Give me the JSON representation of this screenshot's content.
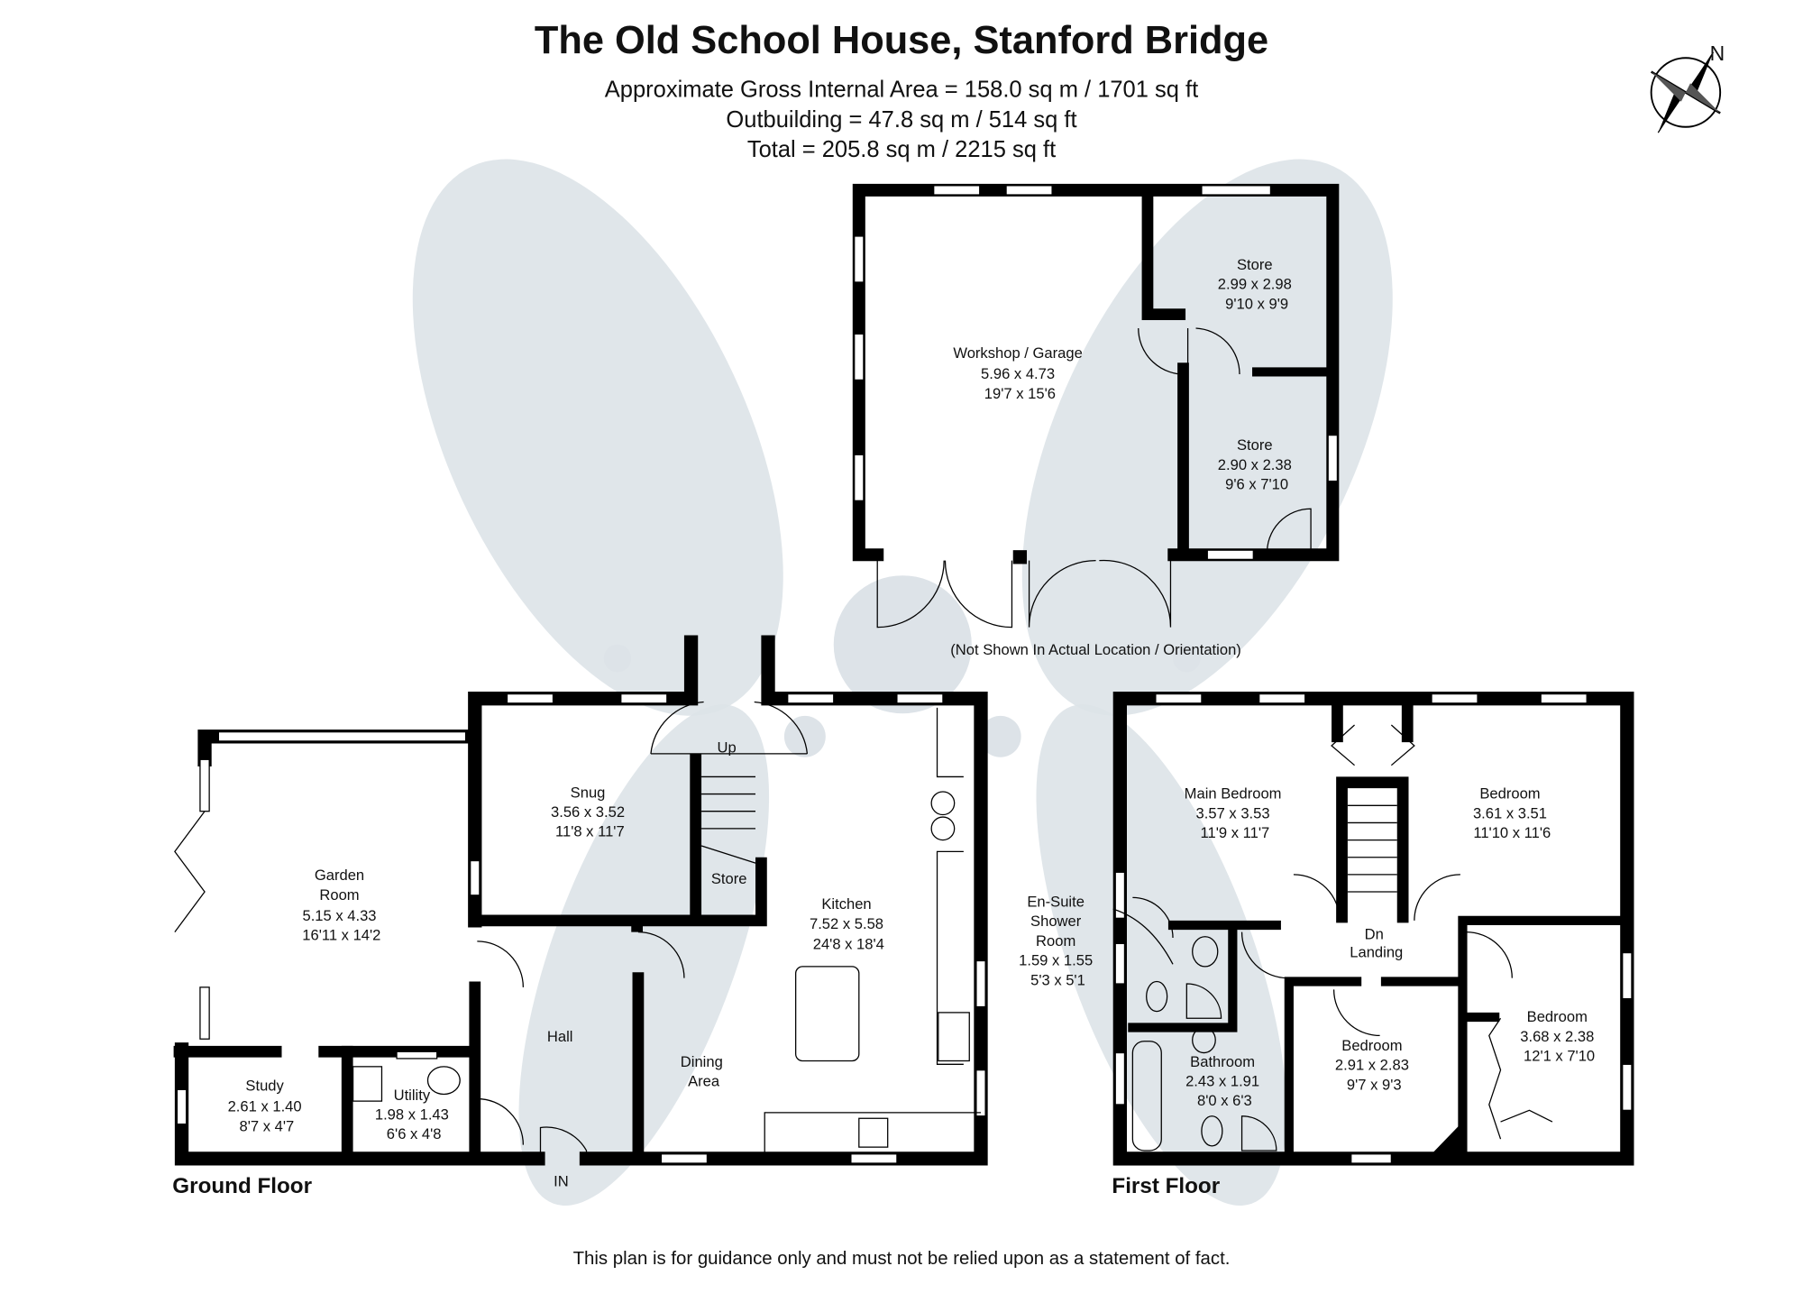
{
  "header": {
    "title": "The Old School House, Stanford Bridge",
    "area_lines": [
      "Approximate Gross Internal Area = 158.0 sq m / 1701 sq ft",
      "Outbuilding = 47.8 sq m / 514 sq ft",
      "Total = 205.8 sq m / 2215 sq ft"
    ]
  },
  "compass": {
    "label": "N",
    "icon": "compass-rose-icon"
  },
  "outbuilding": {
    "note": "(Not Shown In Actual Location / Orientation)",
    "rooms": [
      {
        "name": "Workshop / Garage",
        "metric": "5.96 x 4.73",
        "imperial": "19'7 x 15'6"
      },
      {
        "name": "Store",
        "metric": "2.99 x 2.98",
        "imperial": "9'10 x 9'9"
      },
      {
        "name": "Store",
        "metric": "2.90 x 2.38",
        "imperial": "9'6 x 7'10"
      }
    ]
  },
  "ground_floor": {
    "label": "Ground Floor",
    "entrance": "IN",
    "stairs": "Up",
    "rooms": [
      {
        "name": "Garden",
        "name2": "Room",
        "metric": "5.15 x 4.33",
        "imperial": "16'11 x 14'2"
      },
      {
        "name": "Snug",
        "metric": "3.56 x 3.52",
        "imperial": "11'8 x 11'7"
      },
      {
        "name": "Store"
      },
      {
        "name": "Kitchen",
        "metric": "7.52 x 5.58",
        "imperial": "24'8 x 18'4"
      },
      {
        "name": "Hall"
      },
      {
        "name": "Dining",
        "name2": "Area"
      },
      {
        "name": "Study",
        "metric": "2.61 x 1.40",
        "imperial": "8'7 x 4'7"
      },
      {
        "name": "Utility",
        "metric": "1.98 x 1.43",
        "imperial": "6'6 x 4'8"
      }
    ]
  },
  "first_floor": {
    "label": "First Floor",
    "stairs": "Dn",
    "rooms": [
      {
        "name": "Main Bedroom",
        "metric": "3.57 x 3.53",
        "imperial": "11'9 x 11'7"
      },
      {
        "name": "Bedroom",
        "metric": "3.61 x 3.51",
        "imperial": "11'10 x 11'6"
      },
      {
        "name": "En-Suite",
        "name2": "Shower",
        "name3": "Room",
        "metric": "1.59 x 1.55",
        "imperial": "5'3 x 5'1"
      },
      {
        "name": "Landing"
      },
      {
        "name": "Bathroom",
        "metric": "2.43 x 1.91",
        "imperial": "8'0 x 6'3"
      },
      {
        "name": "Bedroom",
        "metric": "2.91 x 2.83",
        "imperial": "9'7 x 9'3"
      },
      {
        "name": "Bedroom",
        "metric": "3.68 x 2.38",
        "imperial": "12'1 x 7'10"
      }
    ]
  },
  "footer": {
    "disclaimer": "This plan is for guidance only and must not be relied upon as a statement of fact."
  },
  "colors": {
    "walls": "#000000",
    "watermark": "#dde3e8"
  }
}
